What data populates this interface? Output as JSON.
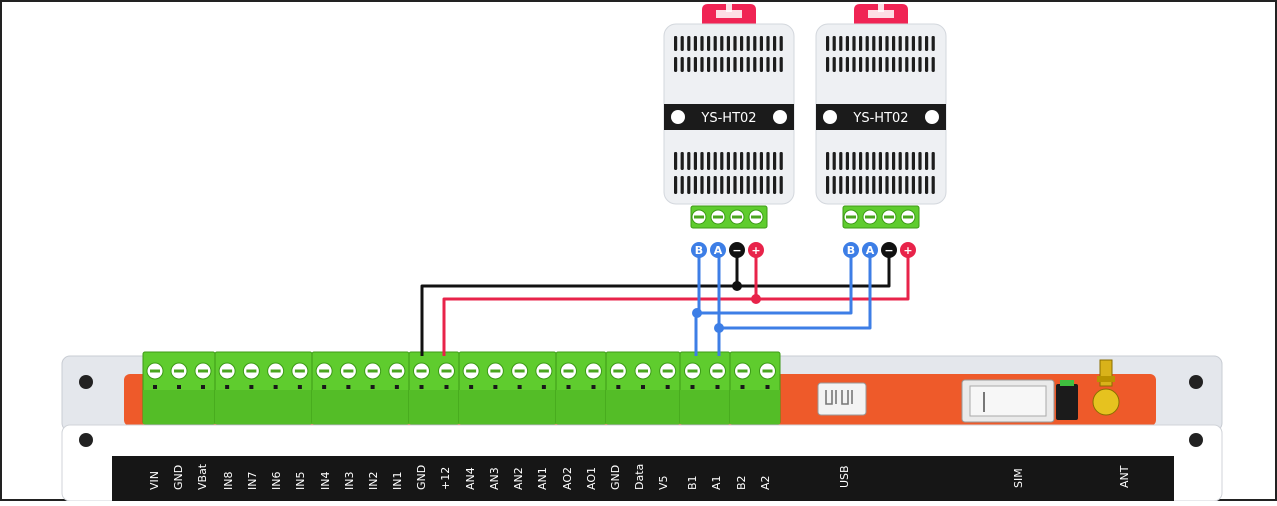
{
  "sensors": [
    {
      "model": "YS-HT02",
      "wire_labels": [
        "B",
        "A",
        "−",
        "+"
      ]
    },
    {
      "model": "YS-HT02",
      "wire_labels": [
        "B",
        "A",
        "−",
        "+"
      ]
    }
  ],
  "board": {
    "pin_labels": [
      "VIN",
      "GND",
      "VBat",
      "IN8",
      "IN7",
      "IN6",
      "IN5",
      "IN4",
      "IN3",
      "IN2",
      "IN1",
      "GND",
      "+12",
      "AN4",
      "AN3",
      "AN2",
      "AN1",
      "AO2",
      "AO1",
      "GND",
      "Data",
      "V5",
      "B1",
      "A1",
      "B2",
      "A2"
    ],
    "usb_label": "USB",
    "sim_label": "SIM",
    "ant_label": "ANT"
  },
  "colors": {
    "wire_black": "#111111",
    "wire_red": "#e8234a",
    "wire_blue": "#3d7ee6",
    "terminal_green": "#5fcc2e",
    "board_orange": "#ee5a2a",
    "sensor_red": "#f02454"
  }
}
